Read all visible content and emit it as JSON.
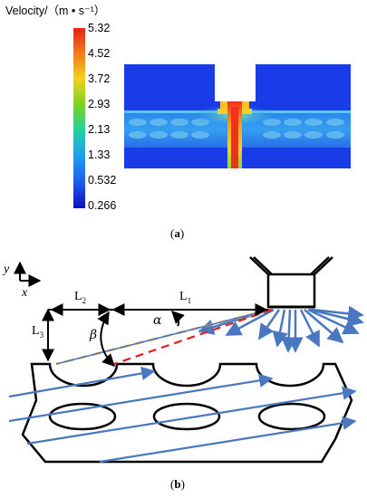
{
  "colorbar": {
    "title": "Velocity/（m • s⁻¹）",
    "ticks": [
      "5.32",
      "4.52",
      "3.72",
      "2.93",
      "2.13",
      "1.33",
      "0.532",
      "0.266"
    ],
    "colors": [
      "#e8201a",
      "#f47a1a",
      "#f2d21e",
      "#7ed21e",
      "#1ed2a0",
      "#1e9ef0",
      "#1e5af0",
      "#1010c0"
    ]
  },
  "contour": {
    "background_color": "#1a3ce8",
    "jet_colors": [
      "#f03020",
      "#f8c020",
      "#8ad83a",
      "#34e0c0",
      "#2aa0f0"
    ]
  },
  "captions": {
    "a": "a",
    "b": "b"
  },
  "diagram": {
    "axis_y": "y",
    "axis_x": "x",
    "L1": {
      "main": "L",
      "sub": "1"
    },
    "L2": {
      "main": "L",
      "sub": "2"
    },
    "L3": {
      "main": "L",
      "sub": "3"
    },
    "alpha": "α",
    "beta": "β",
    "arrow_color": "#4a78c0",
    "dashed_red": "#e02020",
    "dashed_yellow": "#f0b030"
  }
}
